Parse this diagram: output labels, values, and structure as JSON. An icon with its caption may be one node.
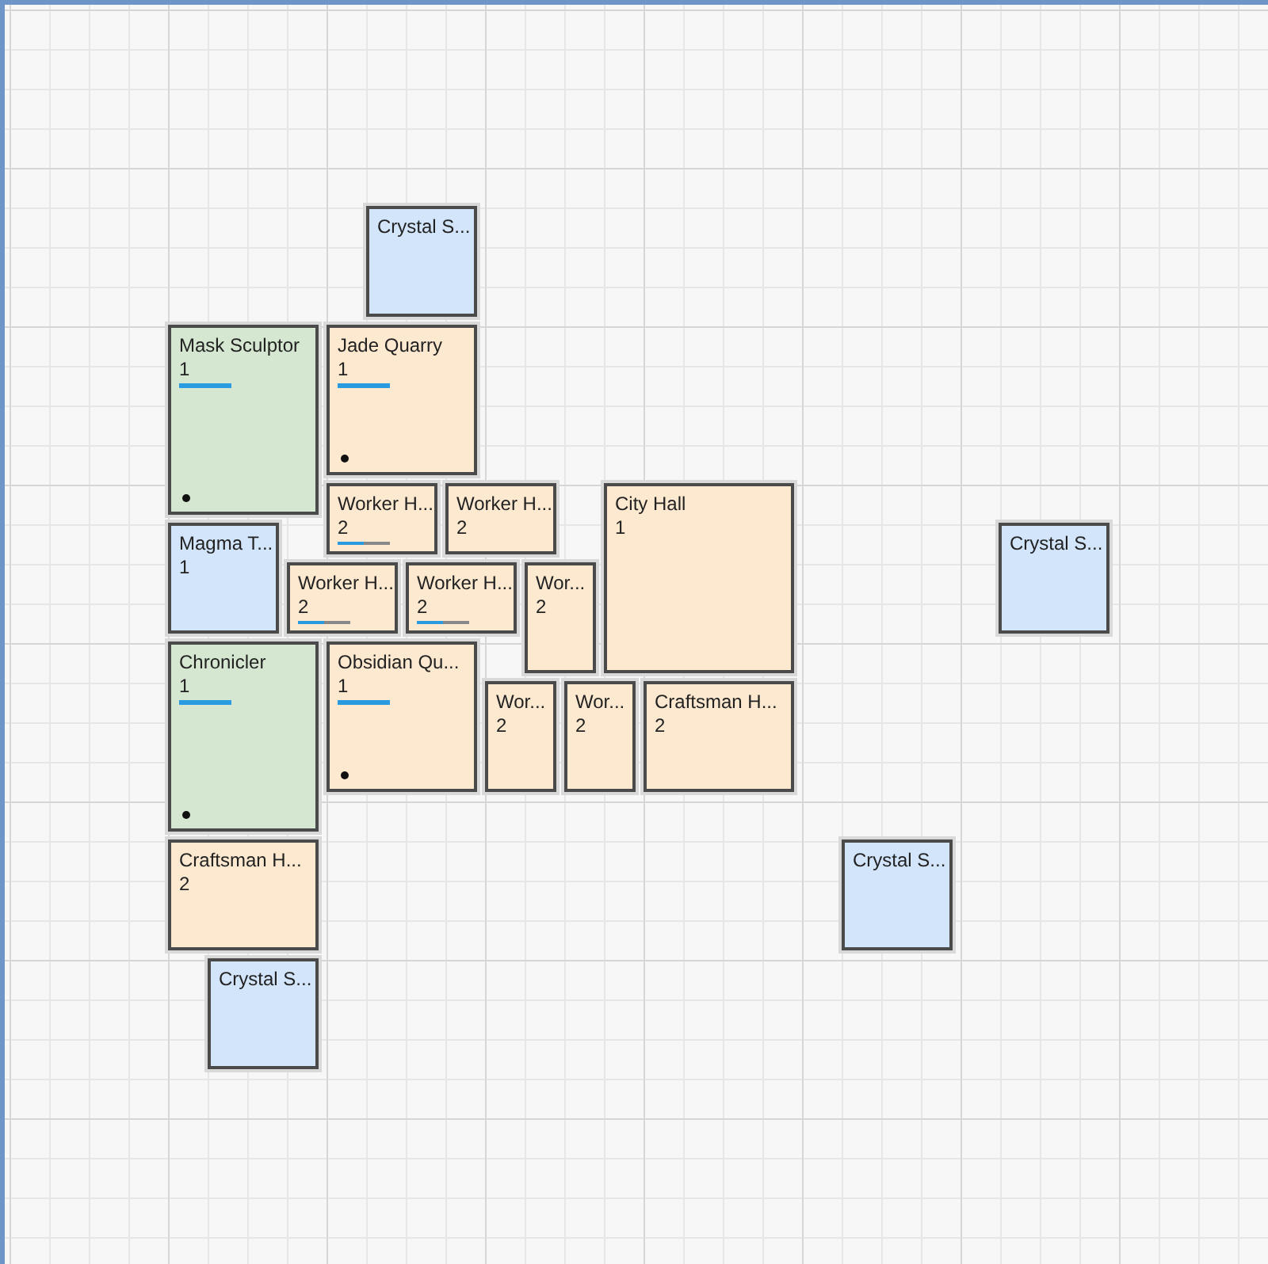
{
  "diagram": {
    "nodes": [
      {
        "text": [
          "Crystal S..."
        ]
      },
      {
        "text": [
          "Mask Sculptor",
          "1"
        ]
      },
      {
        "text": [
          "Jade Quarry",
          "1"
        ]
      },
      {
        "text": [
          "Worker H...",
          "2"
        ]
      },
      {
        "text": [
          "Worker H...",
          "2"
        ]
      },
      {
        "text": [
          "City Hall",
          "1"
        ]
      },
      {
        "text": [
          "Magma T...",
          "1"
        ]
      },
      {
        "text": [
          "Worker H...",
          "2"
        ]
      },
      {
        "text": [
          "Worker H...",
          "2"
        ]
      },
      {
        "text": [
          "Wor...",
          "2"
        ]
      },
      {
        "text": [
          "Chronicler",
          "1"
        ]
      },
      {
        "text": [
          "Obsidian Qu...",
          "1"
        ]
      },
      {
        "text": [
          "Wor...",
          "2"
        ]
      },
      {
        "text": [
          "Wor...",
          "2"
        ]
      },
      {
        "text": [
          "Craftsman H...",
          "2"
        ]
      },
      {
        "text": [
          "Crystal S..."
        ]
      },
      {
        "text": [
          "Craftsman H...",
          "2"
        ]
      },
      {
        "text": [
          "Crystal S..."
        ]
      },
      {
        "text": [
          "Crystal S..."
        ]
      }
    ]
  }
}
